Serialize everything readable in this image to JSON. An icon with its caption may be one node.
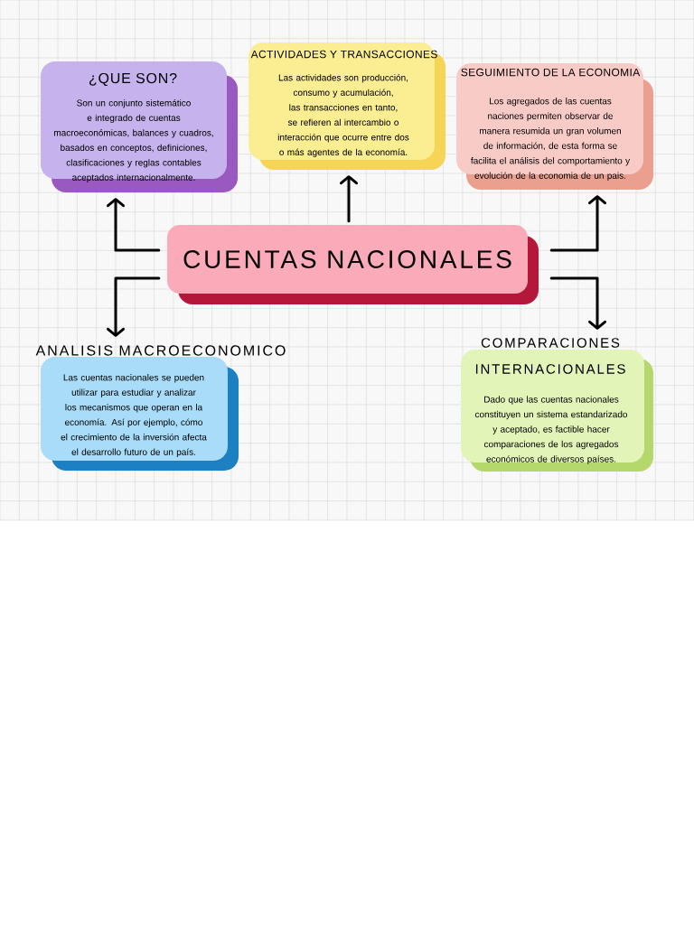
{
  "diagram": {
    "nodes": [
      {
        "text": [
          "¿QUE SON?",
          "Son un conjunto sistemático e integrado de cuentas macroeconómicas, balances y cuadros, basados en conceptos, definiciones, clasificaciones y reglas contables aceptados internacionalmente."
        ]
      },
      {
        "text": [
          "ACTIVIDADES Y TRANSACCIONES",
          "Las actividades son producción, consumo y acumulación, las transacciones en tanto, se refieren al intercambio o interacción que ocurre entre dos o más agentes de la economía."
        ]
      },
      {
        "text": [
          "SEGUIMIENTO DE LA ECONOMIA",
          "Los agregados de las cuentas naciones permiten observar de manera resumida un gran volumen de información, de esta forma se facilita el análisis del comportamiento y evolución de la economia de un pais."
        ]
      },
      {
        "text": [
          "CUENTAS NACIONALES"
        ]
      },
      {
        "text": [
          "ANALISIS MACROECONOMICO",
          "Las cuentas nacionales se pueden utilizar para estudiar y analizar los mecanismos que operan en la economía. Así por ejemplo, cómo el crecimiento de la inversión afecta el desarrollo futuro de un país."
        ]
      },
      {
        "text": [
          "COMPARACIONES INTERNACIONALES",
          "Dado que las cuentas nacionales constituyen un sistema estandarizado y aceptado, es factible hacer comparaciones de los agregados económicos de diversos países."
        ]
      }
    ],
    "edges": [
      {
        "from": 3,
        "to": 0,
        "arrow": "to"
      },
      {
        "from": 3,
        "to": 1,
        "arrow": "to"
      },
      {
        "from": 3,
        "to": 2,
        "arrow": "to"
      },
      {
        "from": 3,
        "to": 4,
        "arrow": "to"
      },
      {
        "from": 3,
        "to": 5,
        "arrow": "to"
      }
    ]
  }
}
